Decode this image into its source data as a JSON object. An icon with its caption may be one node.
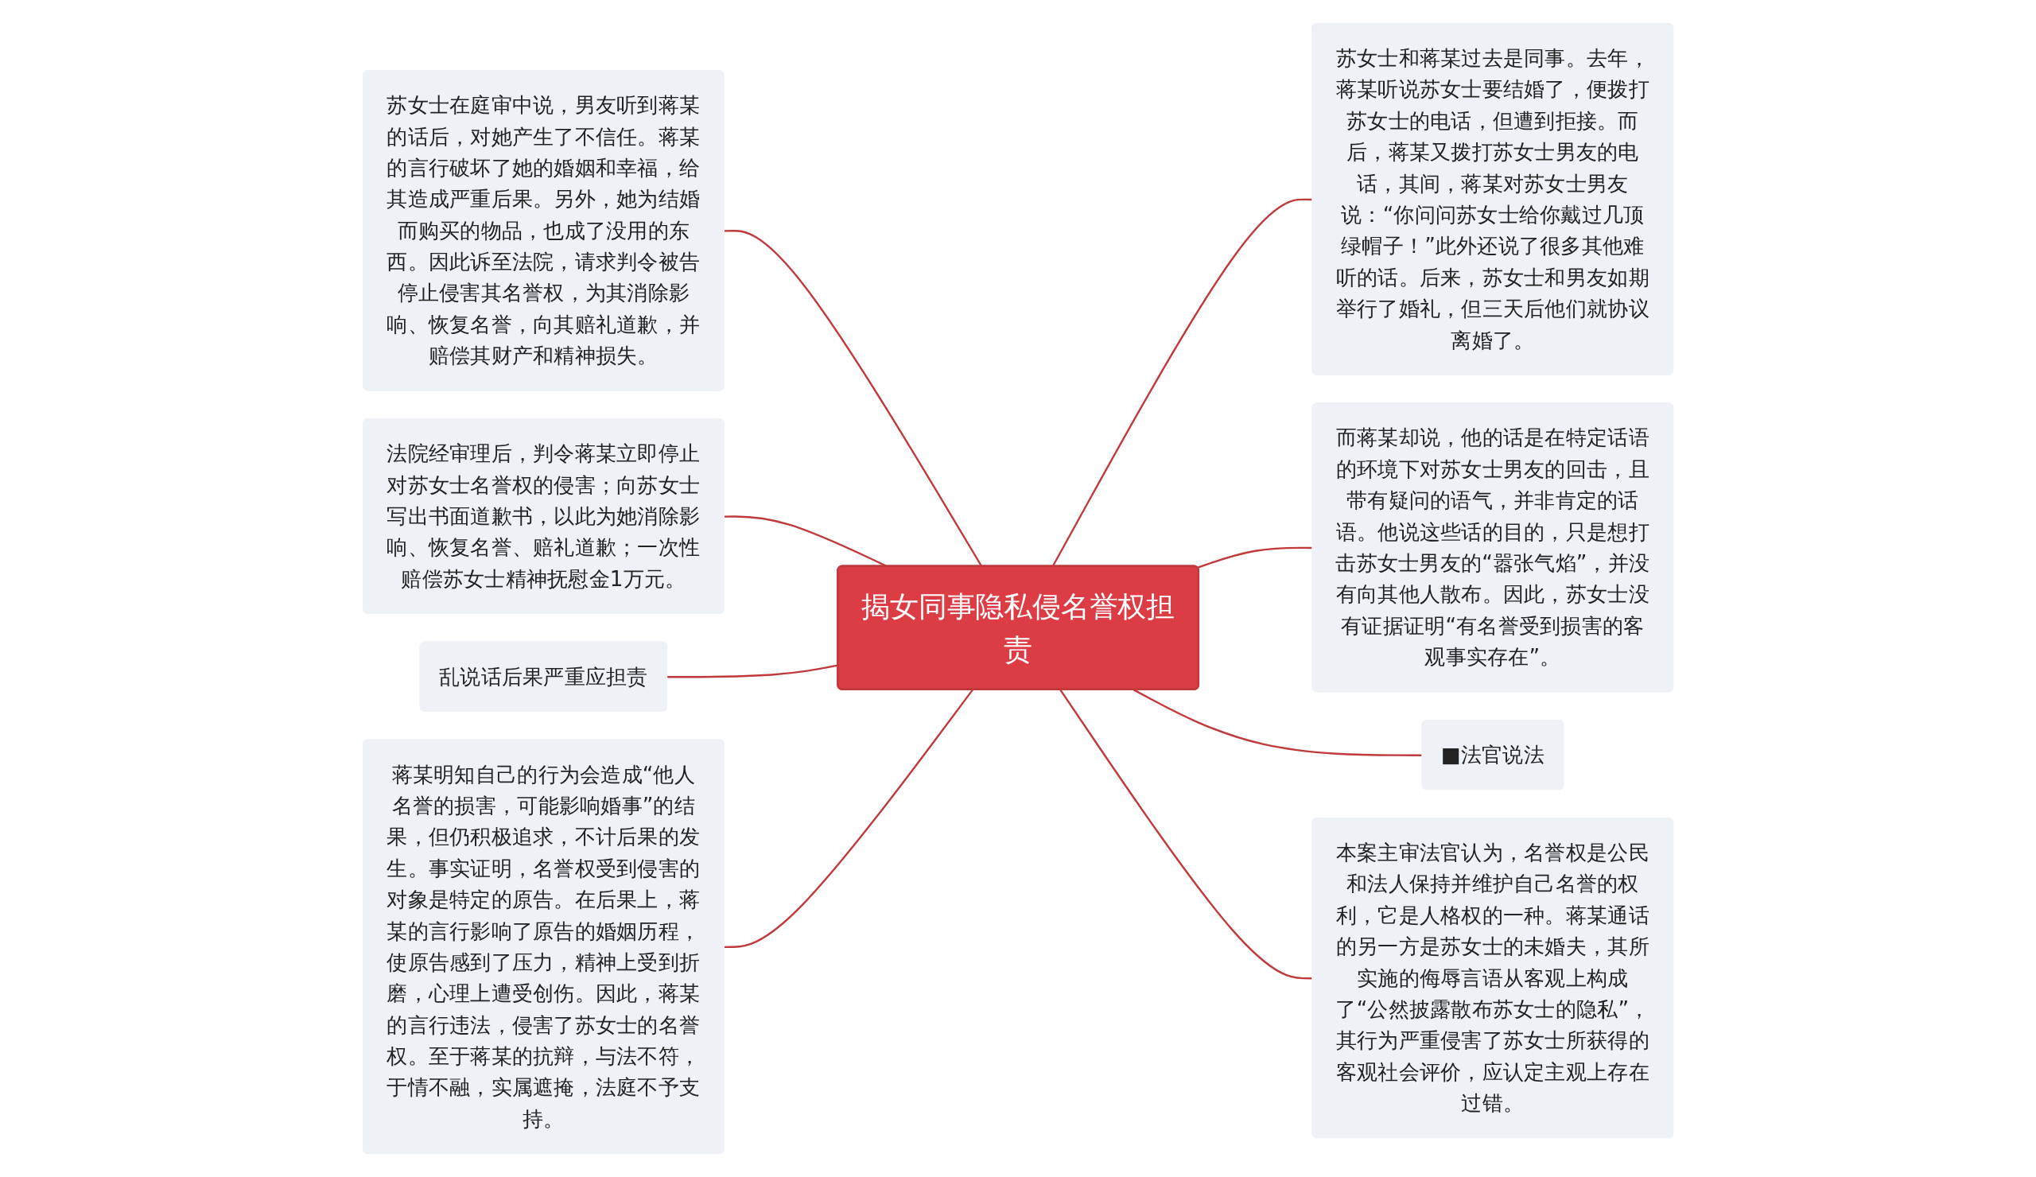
{
  "diagram": {
    "nodes": [
      {
        "text": [
          "揭女同事隐私侵名誉权担责"
        ]
      },
      {
        "text": [
          "苏女士在庭审中说，男友听到蒋某的话后，对她产生了不信任。蒋某的言行破坏了她的婚姻和幸福，给其造成严重后果。另外，她为结婚而购买的物品，也成了没用的东西。因此诉至法院，请求判令被告停止侵害其名誉权，为其消除影响、恢复名誉，向其赔礼道歉，并赔偿其财产和精神损失。"
        ]
      },
      {
        "text": [
          "苏女士和蒋某过去是同事。去年，蒋某听说苏女士要结婚了，便拨打苏女士的电话，但遭到拒接。而后，蒋某又拨打苏女士男友的电话，其间，蒋某对苏女士男友说：“你问问苏女士给你戴过几顶绿帽子！”此外还说了很多其他难听的话。后来，苏女士和男友如期举行了婚礼，但三天后他们就协议离婚了。"
        ]
      },
      {
        "text": [
          "法院经审理后，判令蒋某立即停止对苏女士名誉权的侵害；向苏女士写出书面道歉书，以此为她消除影响、恢复名誉、赔礼道歉；一次性赔偿苏女士精神抚慰金1万元。"
        ]
      },
      {
        "text": [
          "而蒋某却说，他的话是在特定话语的环境下对苏女士男友的回击，且带有疑问的语气，并非肯定的话语。他说这些话的目的，只是想打击苏女士男友的“嚣张气焰”，并没有向其他人散布。因此，苏女士没有证据证明“有名誉受到损害的客观事实存在”。"
        ]
      },
      {
        "text": [
          "乱说话后果严重应担责"
        ]
      },
      {
        "text": [
          "■法官说法"
        ]
      },
      {
        "text": [
          "蒋某明知自己的行为会造成“他人名誉的损害，可能影响婚事”的结果，但仍积极追求，不计后果的发生。事实证明，名誉权受到侵害的对象是特定的原告。在后果上，蒋某的言行影响了原告的婚姻历程，使原告感到了压力，精神上受到折磨，心理上遭受创伤。因此，蒋某的言行违法，侵害了苏女士的名誉权。至于蒋某的抗辩，与法不符，于情不融，实属遮掩，法庭不予支持。"
        ]
      },
      {
        "text": [
          "本案主审法官认为，名誉权是公民和法人保持并维护自己名誉的权利，它是人格权的一种。蒋某通话的另一方是苏女士的未婚夫，其所实施的侮辱言语从客观上构成了“公然披露散布苏女士的隐私”，其行为严重侵害了苏女士所获得的客观社会评价，应认定主观上存在过错。"
        ]
      }
    ],
    "edges": [
      {
        "from": 0,
        "to": 1,
        "arrow": "none"
      },
      {
        "from": 0,
        "to": 2,
        "arrow": "none"
      },
      {
        "from": 0,
        "to": 3,
        "arrow": "none"
      },
      {
        "from": 0,
        "to": 4,
        "arrow": "none"
      },
      {
        "from": 0,
        "to": 5,
        "arrow": "none"
      },
      {
        "from": 0,
        "to": 6,
        "arrow": "none"
      },
      {
        "from": 0,
        "to": 7,
        "arrow": "none"
      },
      {
        "from": 0,
        "to": 8,
        "arrow": "none"
      }
    ]
  }
}
